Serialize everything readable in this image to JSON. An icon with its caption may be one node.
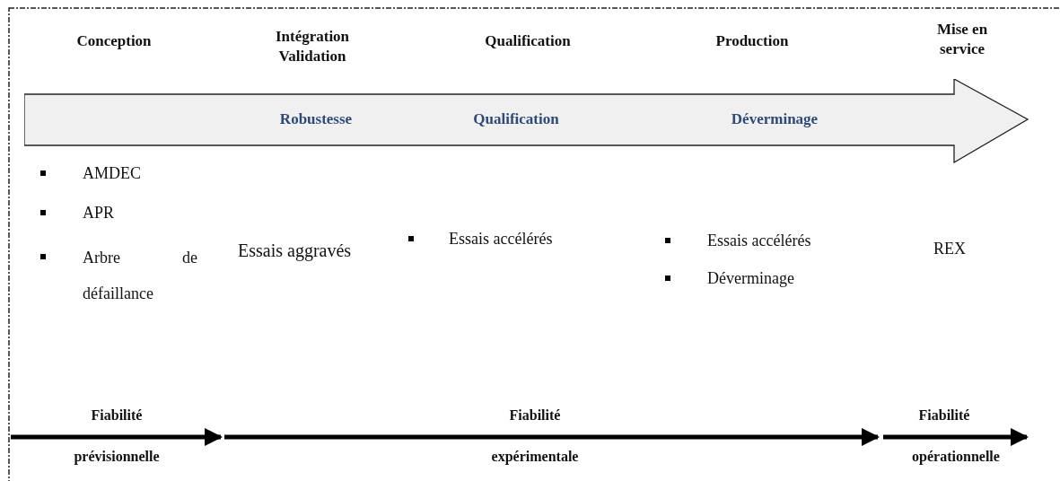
{
  "diagram": {
    "nodes": [
      {
        "text": [
          "Robustesse",
          "Qualification",
          "Déverminage"
        ]
      }
    ],
    "edges": [],
    "labels": [
      "Conception",
      "Intégration Validation",
      "Qualification",
      "Production",
      "Mise en service",
      "AMDEC",
      "APR",
      "Arbre de défaillance",
      "Essais aggravés",
      "Essais accélérés",
      "Essais accélérés",
      "Déverminage",
      "REX",
      "Fiabilité",
      "prévisionnelle",
      "Fiabilité",
      "expérimentale",
      "Fiabilité",
      "opérationnelle"
    ]
  }
}
